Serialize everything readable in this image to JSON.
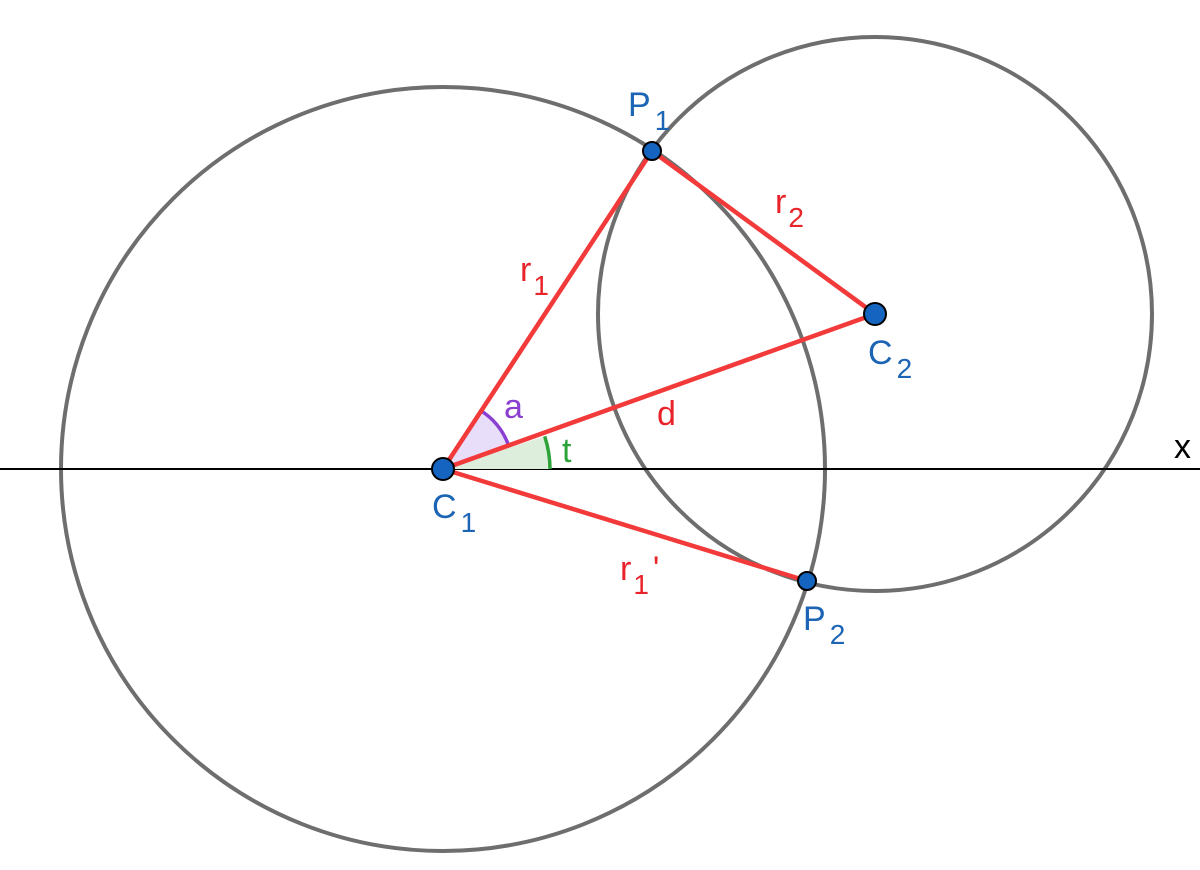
{
  "colors": {
    "circle": "#6e6e6e",
    "axis": "#000000",
    "segment": "#f23a3a",
    "point_fill": "#1565c0",
    "point_label": "#1c64b4",
    "angle_a": "#8a3fd0",
    "angle_a_fill": "#e9defa",
    "angle_t": "#2ea33a",
    "angle_t_fill": "#ddeedd"
  },
  "axis": {
    "label": "x"
  },
  "points": {
    "C1": {
      "letter": "C",
      "sub": "1"
    },
    "C2": {
      "letter": "C",
      "sub": "2"
    },
    "P1": {
      "letter": "P",
      "sub": "1"
    },
    "P2": {
      "letter": "P",
      "sub": "2"
    }
  },
  "segments": {
    "r1": {
      "letter": "r",
      "sub": "1"
    },
    "r2": {
      "letter": "r",
      "sub": "2"
    },
    "d": {
      "letter": "d"
    },
    "r1prime": {
      "letter": "r",
      "sub": "1",
      "prime": "'"
    }
  },
  "angles": {
    "a": {
      "label": "a"
    },
    "t": {
      "label": "t"
    }
  }
}
